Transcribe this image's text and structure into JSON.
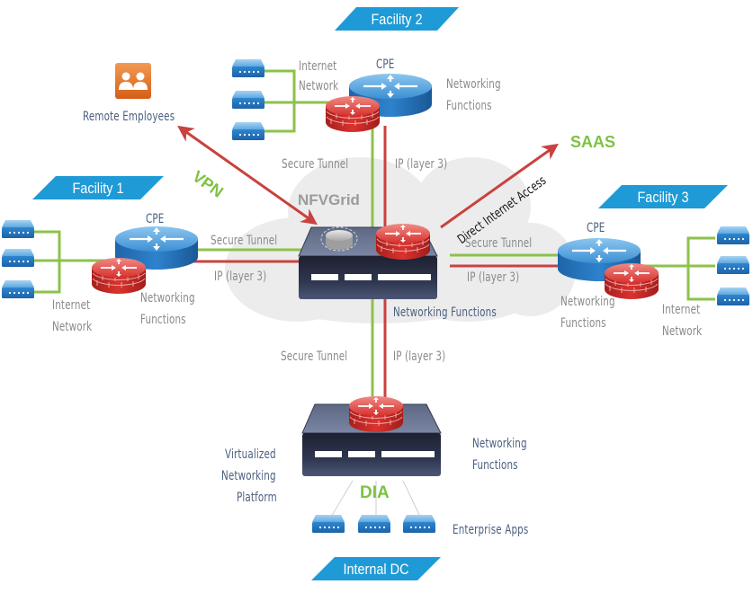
{
  "colors": {
    "facility_banner": "#1e9ad6",
    "green_link": "#8dc24a",
    "red_link": "#c9423f",
    "cloud": "#ececec",
    "device_dark": "#3a4459",
    "router_blue": "#3b8fd0",
    "firewall_red": "#d9332f",
    "accent_green_text": "#7dc242",
    "remote_icon": "#e8742a"
  },
  "facilities": {
    "f1": "Facility 1",
    "f2": "Facility 2",
    "f3": "Facility 3",
    "dc": "Internal DC"
  },
  "labels": {
    "remote_employees": "Remote Employees",
    "vpn": "VPN",
    "saas": "SAAS",
    "dia": "DIA",
    "nfvgrid": "NFVGrid",
    "direct_internet_access": "Direct Internet Access",
    "cpe": "CPE",
    "internet": "Internet",
    "network": "Network",
    "networking": "Networking",
    "functions": "Functions",
    "networking_functions": "Networking Functions",
    "secure_tunnel": "Secure Tunnel",
    "ip_layer3": "IP (layer 3)",
    "virtualized": "Virtualized",
    "platform": "Platform",
    "enterprise_apps": "Enterprise Apps"
  },
  "icons": {
    "server": "server-icon",
    "router": "router-icon",
    "firewall": "firewall-router-icon",
    "hub": "nfv-hub-icon",
    "users": "users-icon",
    "cloud": "cloud-icon"
  }
}
